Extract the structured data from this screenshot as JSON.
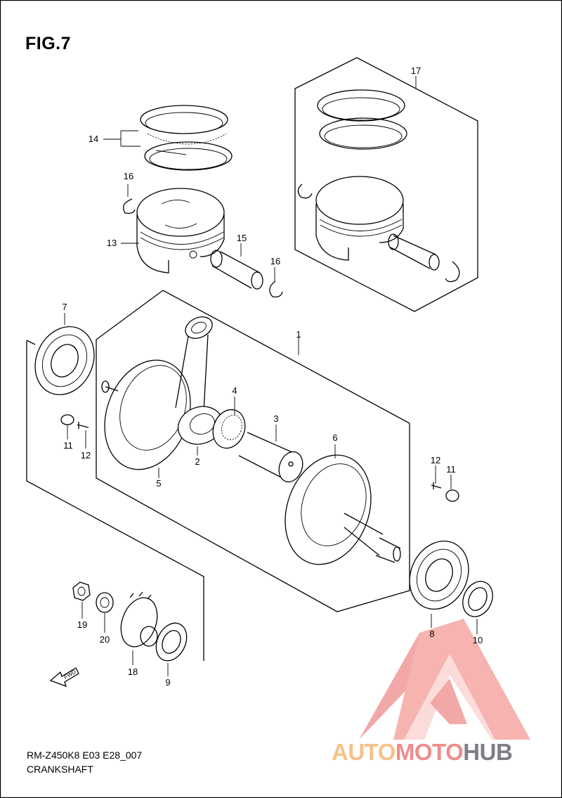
{
  "figure": {
    "title": "FIG.7",
    "code": "RM-Z450K8 E03 E28_007",
    "name": "CRANKSHAFT"
  },
  "labels": {
    "l1": "1",
    "l2": "2",
    "l3": "3",
    "l4": "4",
    "l5": "5",
    "l6": "6",
    "l7": "7",
    "l8": "8",
    "l9": "9",
    "l10": "10",
    "l11a": "11",
    "l11b": "11",
    "l12a": "12",
    "l12b": "12",
    "l13": "13",
    "l14": "14",
    "l15": "15",
    "l16a": "16",
    "l16b": "16",
    "l17": "17",
    "l18": "18",
    "l19": "19",
    "l20": "20"
  },
  "fwd": "FWD",
  "watermark": {
    "part1": "AUTO",
    "part2": "MOTO",
    "part3": "HUB"
  },
  "colors": {
    "watermark_red": "#f08c8c",
    "watermark_orange": "#f6c28a",
    "watermark_gray": "#7d7f85"
  }
}
